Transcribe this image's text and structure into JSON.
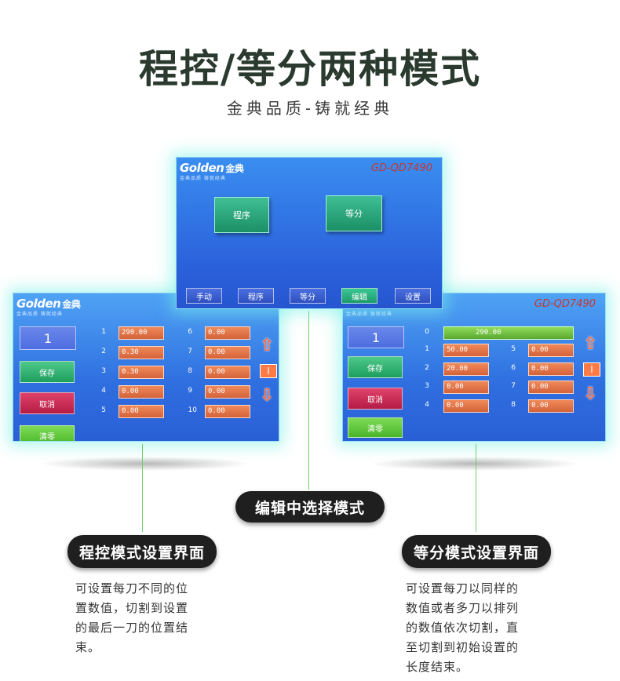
{
  "header": {
    "title": "程控/等分两种模式",
    "subtitle": "金典品质-铸就经典"
  },
  "logo": {
    "brand": "Golden",
    "brand_cn": "金典",
    "tagline": "金典品质 铸就经典"
  },
  "center_screen": {
    "model": "GD-QD7490",
    "main_buttons": [
      "程序",
      "等分"
    ],
    "toolbar": [
      "手动",
      "程序",
      "等分",
      "编辑",
      "设置"
    ]
  },
  "left_screen": {
    "display_value": "1",
    "buttons": {
      "save": "保存",
      "cancel": "取消",
      "clear": "清零"
    },
    "rows_col1": [
      {
        "n": "1",
        "v": "290.00"
      },
      {
        "n": "2",
        "v": "0.30"
      },
      {
        "n": "3",
        "v": "0.30"
      },
      {
        "n": "4",
        "v": "0.00"
      },
      {
        "n": "5",
        "v": "0.00"
      }
    ],
    "rows_col2": [
      {
        "n": "6",
        "v": "0.00"
      },
      {
        "n": "7",
        "v": "0.00"
      },
      {
        "n": "8",
        "v": "0.00"
      },
      {
        "n": "9",
        "v": "0.00"
      },
      {
        "n": "10",
        "v": "0.00"
      }
    ],
    "cursor": "I"
  },
  "right_screen": {
    "model": "GD-QD7490",
    "display_value": "1",
    "buttons": {
      "save": "保存",
      "cancel": "取消",
      "clear": "清零"
    },
    "total": {
      "n": "0",
      "v": "290.00"
    },
    "rows_col1": [
      {
        "n": "1",
        "v": "50.00"
      },
      {
        "n": "2",
        "v": "20.00"
      },
      {
        "n": "3",
        "v": "0.00"
      },
      {
        "n": "4",
        "v": "0.00"
      }
    ],
    "rows_col2": [
      {
        "n": "5",
        "v": "0.00"
      },
      {
        "n": "6",
        "v": "0.00"
      },
      {
        "n": "7",
        "v": "0.00"
      },
      {
        "n": "8",
        "v": "0.00"
      }
    ],
    "cursor": "I"
  },
  "callouts": {
    "center": "编辑中选择模式",
    "left_title": "程控模式设置界面",
    "left_desc": [
      "可设置每刀不同的位",
      "置数值，切割到设置",
      "的最后一刀的位置结",
      "束。"
    ],
    "right_title": "等分模式设置界面",
    "right_desc": [
      "可设置每刀以同样的",
      "数值或者多刀以排列",
      "的数值依次切割，直",
      "至切割到初始设置的",
      "长度结束。"
    ]
  },
  "colors": {
    "screen_blue": "#2f6fe0",
    "field_orange": "#d4623a",
    "button_green": "#1e9e5e",
    "button_red": "#b41c45",
    "connector_green": "#6fcf6a"
  }
}
